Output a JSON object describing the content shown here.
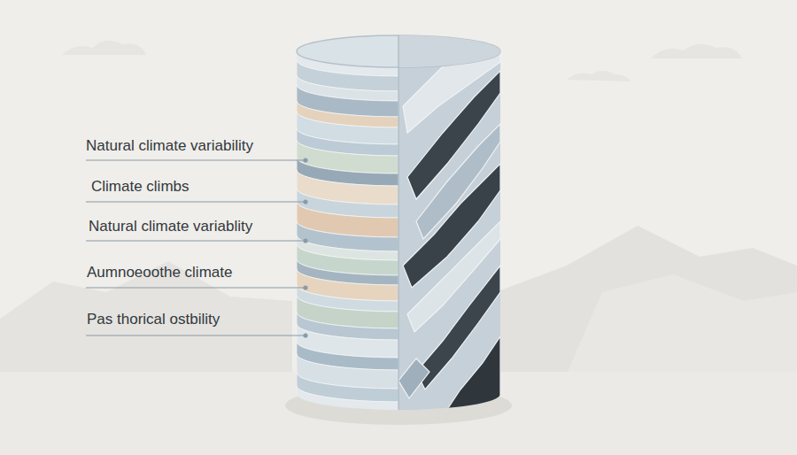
{
  "diagram": {
    "labels": [
      "Natural climate variability",
      "Climate climbs",
      "Natural climate variablity",
      "Aumnoeoothe climate",
      "Pas thorical ostbility"
    ]
  }
}
